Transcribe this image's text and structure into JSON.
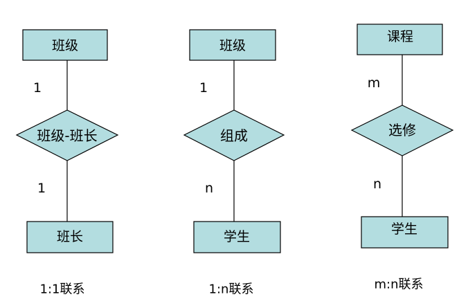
{
  "colors": {
    "shape_fill": "#b3dde0",
    "stroke": "#000000",
    "text": "#000000",
    "background": "#ffffff"
  },
  "diagrams": [
    {
      "top_entity": "班级",
      "relationship": "班级-班长",
      "bottom_entity": "班长",
      "top_cardinality": "1",
      "bottom_cardinality": "1",
      "caption": "1:1联系"
    },
    {
      "top_entity": "班级",
      "relationship": "组成",
      "bottom_entity": "学生",
      "top_cardinality": "1",
      "bottom_cardinality": "n",
      "caption": "1:n联系"
    },
    {
      "top_entity": "课程",
      "relationship": "选修",
      "bottom_entity": "学生",
      "top_cardinality": "m",
      "bottom_cardinality": "n",
      "caption": "m:n联系"
    }
  ]
}
